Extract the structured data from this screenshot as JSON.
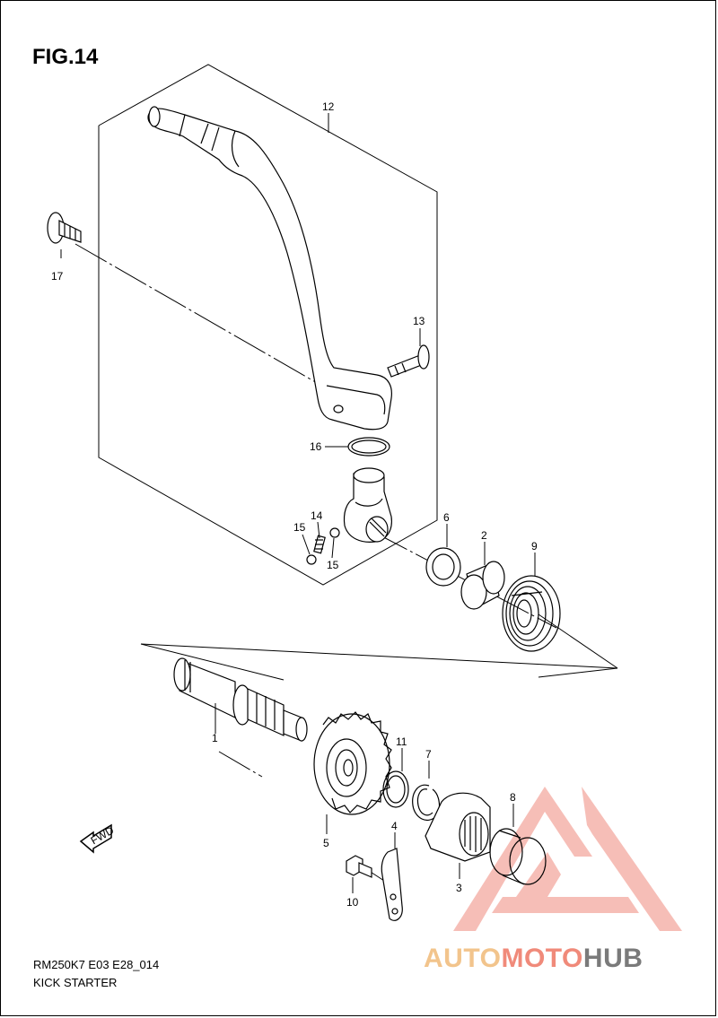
{
  "figure": {
    "title": "FIG.14",
    "model_code": "RM250K7 E03 E28_014",
    "section_name": "KICK STARTER"
  },
  "callouts": [
    "12",
    "17",
    "13",
    "16",
    "14",
    "15",
    "15",
    "6",
    "2",
    "9",
    "1",
    "11",
    "7",
    "5",
    "8",
    "4",
    "3",
    "10"
  ],
  "fwd_arrow_label": "FWD",
  "watermark": {
    "part1": "AUTO",
    "part2": "MOTO",
    "part3": "HUB",
    "colors": {
      "part1": "#f2c48c",
      "part2": "#f08a7a",
      "part3": "#7a7a7a",
      "logo": "#f3a9a0"
    }
  }
}
